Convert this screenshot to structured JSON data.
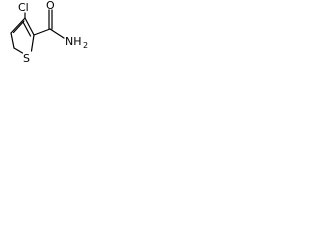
{
  "molecule": {
    "atoms": {
      "chlorine": "Cl",
      "oxygen": "O",
      "sulfur": "S",
      "amide_nitrogen": "NH",
      "amide_subscript": "2"
    }
  }
}
